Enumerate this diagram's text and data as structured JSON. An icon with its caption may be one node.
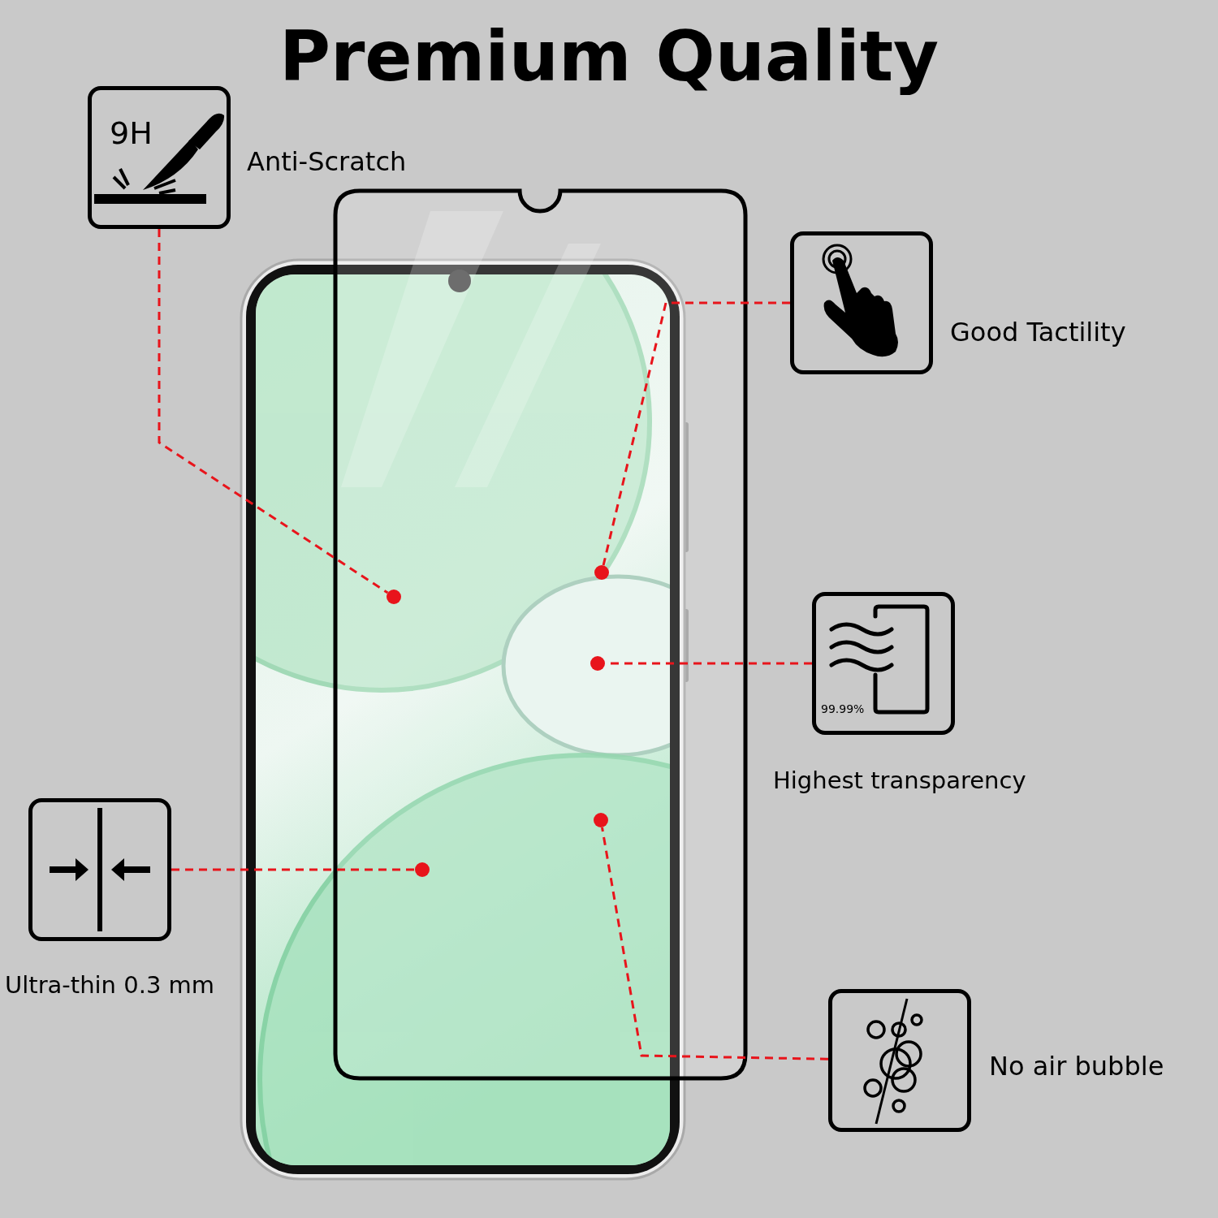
{
  "diagram": {
    "title": "Premium Quality",
    "nodes": [
      {
        "text": [
          "9H"
        ],
        "beside": [
          "Anti-Scratch"
        ]
      },
      {
        "text": [],
        "shape": "box",
        "beside": [
          "Good Tactility"
        ]
      },
      {
        "text": [
          "99.99%"
        ],
        "beside": [
          "Highest transparency"
        ]
      },
      {
        "text": [],
        "shape": "box",
        "beside": [
          "Ultra-thin 0.3 mm"
        ]
      },
      {
        "text": [],
        "shape": "box",
        "beside": [
          "No air bubble"
        ]
      },
      {
        "text": [],
        "shape": "circle"
      },
      {
        "text": [],
        "shape": "circle"
      },
      {
        "text": [],
        "shape": "circle"
      },
      {
        "text": [],
        "shape": "circle"
      },
      {
        "text": [],
        "shape": "circle"
      }
    ],
    "edges": [
      {
        "from": 0,
        "to": 6,
        "arrow": "none",
        "style": "dashed",
        "color": "#e8141b"
      },
      {
        "from": 1,
        "to": 5,
        "arrow": "none",
        "style": "dashed",
        "color": "#e8141b"
      },
      {
        "from": 2,
        "to": 7,
        "arrow": "none",
        "style": "dashed",
        "color": "#e8141b"
      },
      {
        "from": 3,
        "to": 9,
        "arrow": "none",
        "style": "dashed",
        "color": "#e8141b"
      },
      {
        "from": 4,
        "to": 8,
        "arrow": "none",
        "style": "dashed",
        "color": "#e8141b"
      }
    ]
  }
}
